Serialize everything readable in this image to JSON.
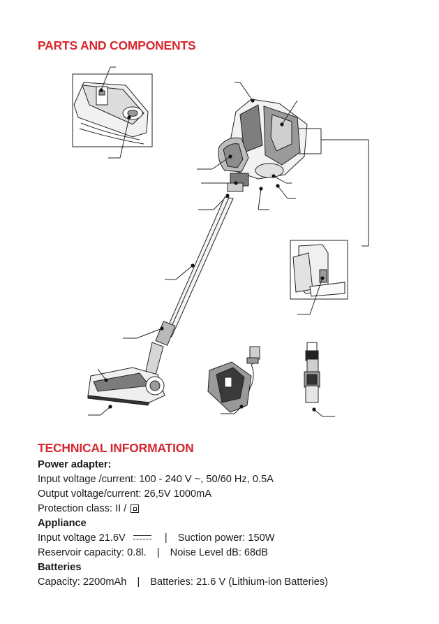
{
  "parts_heading": "PARTS AND COMPONENTS",
  "tech_heading": "TECHNICAL INFORMATION",
  "power_adapter": {
    "title": "Power adapter:",
    "input": "Input voltage /current: 100 - 240 V ~, 50/60 Hz, 0.5A",
    "output": "Output voltage/current: 26,5V 1000mA",
    "protection": "Protection class: II /"
  },
  "appliance": {
    "title": "Appliance",
    "input_voltage": "Input voltage 21.6V",
    "separator": "|",
    "suction": "Suction power: 150W",
    "reservoir": "Reservoir capacity: 0.8l.",
    "noise": "Noise Level dB: 68dB"
  },
  "batteries": {
    "title": "Batteries",
    "capacity": "Capacity: 2200mAh",
    "separator": "|",
    "type": "Batteries: 21.6 V (Lithium-ion Batteries)"
  },
  "icons": {
    "dc_symbol": "direct-current-icon",
    "class2_symbol": "class-ii-double-square-icon"
  },
  "colors": {
    "heading": "#d7262e",
    "text": "#1a1a1a",
    "line": "#222222",
    "fill_grey": "#9a9a9a"
  }
}
